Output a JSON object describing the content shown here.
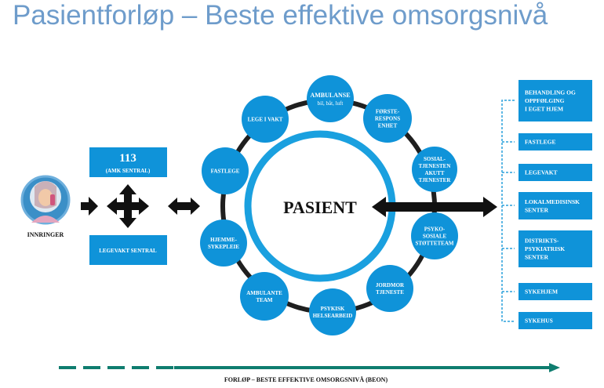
{
  "title": "Pasientforløp – Beste effektive omsorgsnivå",
  "caller": {
    "label": "INNRINGER"
  },
  "amk": {
    "number": "113",
    "label": "(AMK SENTRAL)"
  },
  "legevakt_sentral": "LEGEVAKT SENTRAL",
  "center_label": "PASIENT",
  "satellites": [
    {
      "id": "ambulanse",
      "lines": [
        "AMBULANSE",
        "bil, båt, luft"
      ]
    },
    {
      "id": "forsterespons",
      "lines": [
        "FØRSTE-",
        "RESPONS",
        "ENHET"
      ]
    },
    {
      "id": "sosialtjenesten",
      "lines": [
        "SOSIAL-",
        "TJENESTEN",
        "AKUTT",
        "TJENESTER"
      ]
    },
    {
      "id": "psykososiale",
      "lines": [
        "PSYKO-",
        "SOSIALE",
        "STØTTETEAM"
      ]
    },
    {
      "id": "jordmor",
      "lines": [
        "JORDMOR",
        "TJENESTE"
      ]
    },
    {
      "id": "psykisk-helsearbeid",
      "lines": [
        "PSYKISK",
        "HELSEARBEID"
      ]
    },
    {
      "id": "ambulante-team",
      "lines": [
        "AMBULANTE",
        "TEAM"
      ]
    },
    {
      "id": "hjemmesykepleie",
      "lines": [
        "HJEMME-",
        "SYKEPLEIE"
      ]
    },
    {
      "id": "fastlege",
      "lines": [
        "FASTLEGE"
      ]
    },
    {
      "id": "lege-i-vakt",
      "lines": [
        "LEGE I VAKT"
      ]
    }
  ],
  "destinations": [
    {
      "id": "behandling",
      "lines": [
        "BEHANDLING OG",
        "OPPFØLGING",
        "I EGET HJEM"
      ]
    },
    {
      "id": "fastlege",
      "lines": [
        "FASTLEGE"
      ]
    },
    {
      "id": "legevakt",
      "lines": [
        "LEGEVAKT"
      ]
    },
    {
      "id": "lokalmedisinsk",
      "lines": [
        "LOKALMEDISINSK",
        "SENTER"
      ]
    },
    {
      "id": "distriktspsykiatrisk",
      "lines": [
        "DISTRIKTS-",
        "PSYKIATRISK",
        "SENTER"
      ]
    },
    {
      "id": "sykehjem",
      "lines": [
        "SYKEHJEM"
      ]
    },
    {
      "id": "sykehus",
      "lines": [
        "SYKEHUS"
      ]
    }
  ],
  "footer": "FORLØP – BESTE EFFEKTIVE OMSORGSNIVÅ (BEON)",
  "colors": {
    "blue": "#0f93d9",
    "ring": "#1f1f1f",
    "title": "#6e9ccb",
    "teal": "#0f7d6f",
    "black": "#111111"
  },
  "icons": [
    "person-phone-icon",
    "four-way-arrow-icon",
    "double-arrow-icon",
    "right-arrow-icon"
  ]
}
